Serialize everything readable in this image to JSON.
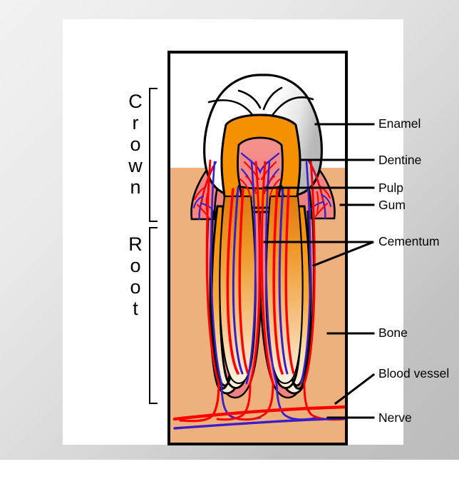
{
  "poster": {
    "kind": "anatomy-poster",
    "subject": "Tooth cross-section anatomy diagram",
    "background_color": "#d8d8d8",
    "sheet_color": "#ffffff",
    "frame_color": "#000000"
  },
  "side_labels": {
    "crown": "Crown",
    "root": "Root"
  },
  "callouts": [
    {
      "id": "enamel",
      "label": "Enamel"
    },
    {
      "id": "dentine",
      "label": "Dentine"
    },
    {
      "id": "pulp",
      "label": "Pulp"
    },
    {
      "id": "gum",
      "label": "Gum"
    },
    {
      "id": "cementum",
      "label": "Cementum"
    },
    {
      "id": "bone",
      "label": "Bone"
    },
    {
      "id": "blood_vessel",
      "label": "Blood vessel"
    },
    {
      "id": "nerve",
      "label": "Nerve"
    }
  ],
  "colors": {
    "enamel": "#ffffff",
    "enamel_shadow": "#cfcfcf",
    "dentine": "#f59100",
    "dentine_root_light": "#f7d2a8",
    "pulp": "#f2827f",
    "pulp_deep": "#ef6d6a",
    "gum": "#f4847f",
    "bone": "#eeb07d",
    "artery_red": "#ff0000",
    "vein_blue": "#3a1fc8",
    "outline": "#000000"
  },
  "structures": [
    {
      "name": "Enamel",
      "description": "Outer white hard crown shell with two cusps"
    },
    {
      "name": "Dentine",
      "description": "Orange layer beneath enamel extending into the roots"
    },
    {
      "name": "Pulp",
      "description": "Pink inner chamber with blood vessels and nerves"
    },
    {
      "name": "Gum",
      "description": "Pink gingival tissue at the crown-root junction"
    },
    {
      "name": "Cementum",
      "description": "Pink layer coating the root surfaces"
    },
    {
      "name": "Bone",
      "description": "Peach alveolar bone surrounding the roots"
    },
    {
      "name": "Blood vessel",
      "description": "Red artery running horizontally below the roots"
    },
    {
      "name": "Nerve",
      "description": "Blue nerve running horizontally below the roots"
    }
  ]
}
